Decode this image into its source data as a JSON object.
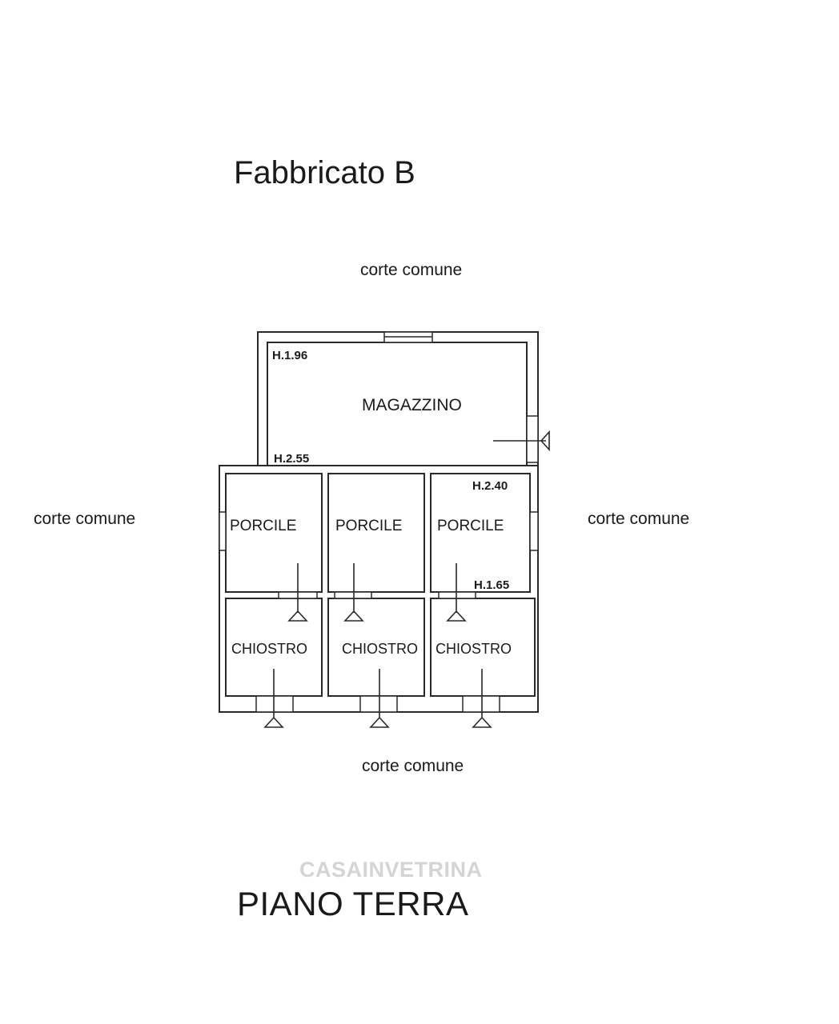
{
  "title": "Fabbricato B",
  "floor_label": "PIANO TERRA",
  "watermark": "CASAINVETRINA",
  "surroundings": {
    "north": "corte comune",
    "west": "corte comune",
    "east": "corte comune",
    "south": "corte comune"
  },
  "rooms": {
    "magazzino": "MAGAZZINO",
    "porcile_1": "PORCILE",
    "porcile_2": "PORCILE",
    "porcile_3": "PORCILE",
    "chiostro_1": "CHIOSTRO",
    "chiostro_2": "CHIOSTRO",
    "chiostro_3": "CHIOSTRO"
  },
  "heights": {
    "magazzino_high": "H.1.96",
    "magazzino_low": "H.2.55",
    "porcile_high": "H.2.40",
    "porcile_low": "H.1.65"
  },
  "colors": {
    "line": "#2a2a2a",
    "watermark": "#d4d4d4"
  }
}
